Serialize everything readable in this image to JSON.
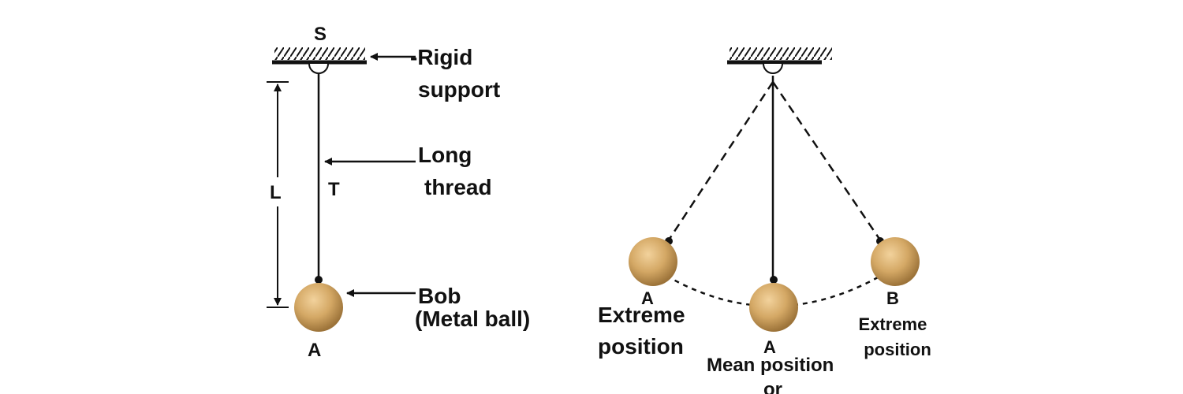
{
  "left_pendulum": {
    "support_label": "S",
    "rigid_support_label": [
      "-Rigid",
      "support"
    ],
    "length_label": "L",
    "thread_label": "T",
    "long_thread_label": [
      "Long",
      "thread"
    ],
    "bob_label": [
      "Bob",
      "(Metal ball)"
    ],
    "bob_point_label": "A"
  },
  "right_pendulum": {
    "left_bob_label": "A",
    "left_position_label": [
      "Extreme",
      "position"
    ],
    "mean_bob_label": "A",
    "mean_position_label": [
      "Mean position",
      "or"
    ],
    "right_bob_label": "B",
    "right_position_label": [
      "Extreme",
      "position"
    ]
  },
  "colors": {
    "bob": "#d4a865",
    "bob_shadow": "#9c7339",
    "line": "#111111"
  }
}
